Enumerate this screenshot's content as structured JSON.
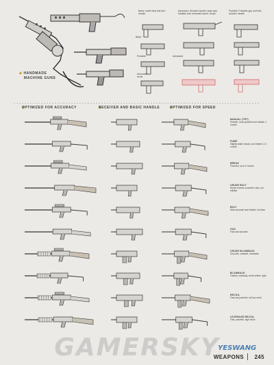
{
  "top": {
    "caption_line1": "HANDMADE",
    "caption_line2": "MACHINE GUNS"
  },
  "variant_labels": {
    "col1": "Basic: sheet strip butt and handle",
    "col2": "Advanced: Wooden handle, large grip, foldable butt, extended barrel, scope",
    "col3": "Portable: Foldable grip and butt, wooden handle",
    "basic": "Basic",
    "portable": "Portable",
    "advanced": "Advanced",
    "automatic": "Automatic recoil"
  },
  "headers": {
    "accuracy": "OPTIMIZED FOR ACCURACY",
    "receiver": "RECEIVER AND BASIC HANDLE",
    "speed": "OPTIMIZED FOR SPEED"
  },
  "descriptions": [
    {
      "title": "MANUAL (TRT)",
      "text": "Slowest, most powerful and reliable, 1 rounds"
    },
    {
      "title": "PUMP",
      "text": "Slightly faster reload, low reliable, 2-3 rounds"
    },
    {
      "title": "BREAK",
      "text": "Powerful, up to 6 rounds"
    },
    {
      "title": "CRUDE BOLT",
      "text": "Worse reverse, powerful, slow, not reliable"
    },
    {
      "title": "BOLT",
      "text": "Most accurate and reliable, but slow"
    },
    {
      "title": "GAS",
      "text": "Fast and accurate"
    },
    {
      "title": "CRUDE BLOWBACK",
      "text": "Very fast, unstable, unreliable"
    },
    {
      "title": "BLOWBACK",
      "text": "Fastest, unsteady, worth neither, light"
    },
    {
      "title": "RECOIL",
      "text": "Fast and powerful, but low recoil"
    },
    {
      "title": "LEVERAGE RECOIL",
      "text": "Fast, powerful, high recoil"
    }
  ],
  "watermark": "GAMERSKY",
  "logo": "YESWANG",
  "footer": {
    "section": "WEAPONS",
    "page": "245"
  },
  "colors": {
    "background": "#eceae6",
    "accent": "#c79b2e",
    "ink": "#2b2b2b",
    "highlight": "#d46a6a"
  }
}
